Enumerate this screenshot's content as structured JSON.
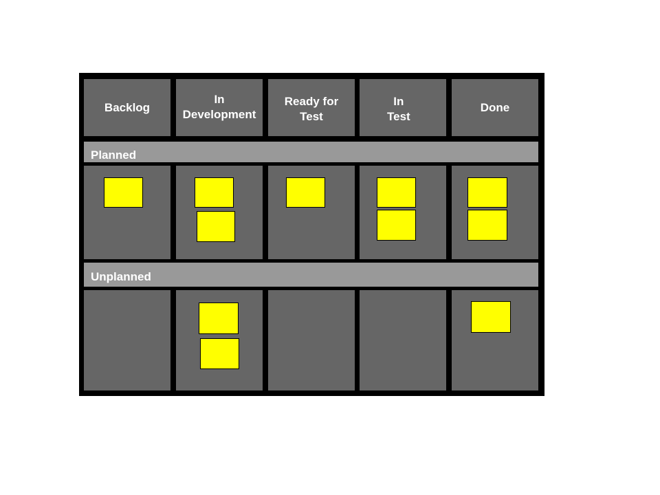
{
  "columns": [
    {
      "label": "Backlog"
    },
    {
      "label": "In\nDevelopment"
    },
    {
      "label": "Ready for\nTest"
    },
    {
      "label": "In\nTest"
    },
    {
      "label": "Done"
    }
  ],
  "swimlanes": [
    {
      "label": "Planned"
    },
    {
      "label": "Unplanned"
    }
  ],
  "colors": {
    "board_border": "#000000",
    "column_bg": "#666666",
    "swimlane_bg": "#999999",
    "card": "#ffff00",
    "text": "#ffffff"
  }
}
